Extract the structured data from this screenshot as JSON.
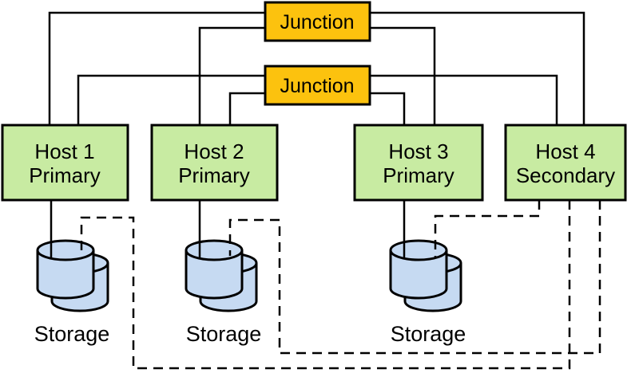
{
  "diagram": {
    "junctions": [
      {
        "label": "Junction"
      },
      {
        "label": "Junction"
      }
    ],
    "hosts": [
      {
        "name": "Host 1",
        "role": "Primary"
      },
      {
        "name": "Host 2",
        "role": "Primary"
      },
      {
        "name": "Host 3",
        "role": "Primary"
      },
      {
        "name": "Host 4",
        "role": "Secondary"
      }
    ],
    "storages": [
      {
        "label": "Storage"
      },
      {
        "label": "Storage"
      },
      {
        "label": "Storage"
      }
    ],
    "colors": {
      "junction_fill": "#FCC20E",
      "host_fill": "#C8EBA2",
      "storage_fill": "#C6DAF2",
      "line": "#000000",
      "background": "#FFFFFF"
    }
  }
}
